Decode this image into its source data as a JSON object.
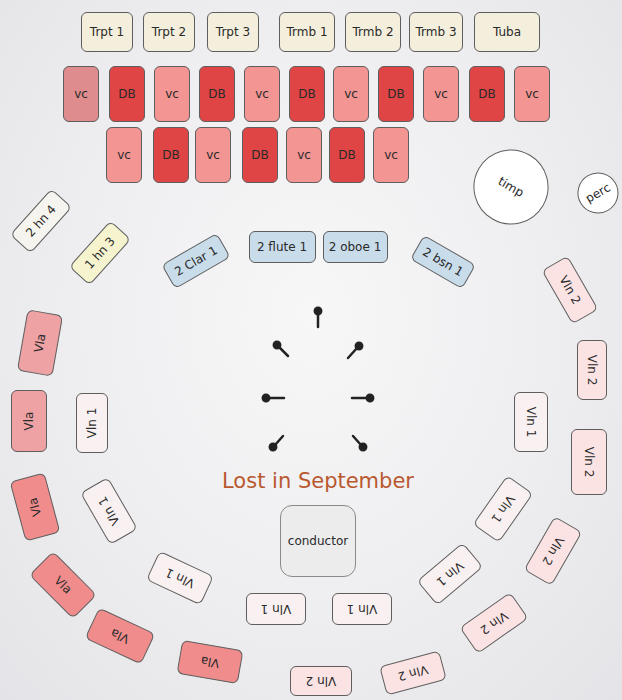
{
  "diagram": {
    "title": "Lost in September",
    "nodes": [
      {
        "text": [
          "Trpt 1"
        ]
      },
      {
        "text": [
          "Trpt 2"
        ]
      },
      {
        "text": [
          "Trpt 3"
        ]
      },
      {
        "text": [
          "Trmb 1"
        ]
      },
      {
        "text": [
          "Trmb 2"
        ]
      },
      {
        "text": [
          "Trmb 3"
        ]
      },
      {
        "text": [
          "Tuba"
        ]
      },
      {
        "text": [
          "vc"
        ]
      },
      {
        "text": [
          "DB"
        ]
      },
      {
        "text": [
          "vc"
        ]
      },
      {
        "text": [
          "DB"
        ]
      },
      {
        "text": [
          "vc"
        ]
      },
      {
        "text": [
          "DB"
        ]
      },
      {
        "text": [
          "vc"
        ]
      },
      {
        "text": [
          "DB"
        ]
      },
      {
        "text": [
          "vc"
        ]
      },
      {
        "text": [
          "DB"
        ]
      },
      {
        "text": [
          "vc"
        ]
      },
      {
        "text": [
          "vc"
        ]
      },
      {
        "text": [
          "DB"
        ]
      },
      {
        "text": [
          "vc"
        ]
      },
      {
        "text": [
          "DB"
        ]
      },
      {
        "text": [
          "vc"
        ]
      },
      {
        "text": [
          "DB"
        ]
      },
      {
        "text": [
          "vc"
        ]
      },
      {
        "text": [
          "timp"
        ]
      },
      {
        "text": [
          "perc"
        ]
      },
      {
        "text": [
          "2 hn 4"
        ]
      },
      {
        "text": [
          "1 hn 3"
        ]
      },
      {
        "text": [
          "2 Clar 1"
        ]
      },
      {
        "text": [
          "2 flute 1"
        ]
      },
      {
        "text": [
          "2 oboe 1"
        ]
      },
      {
        "text": [
          "2 bsn 1"
        ]
      },
      {
        "text": [
          "Vln 2"
        ]
      },
      {
        "text": [
          "Vla"
        ]
      },
      {
        "text": [
          "Vln 2"
        ]
      },
      {
        "text": [
          "Vla"
        ]
      },
      {
        "text": [
          "Vln 1"
        ]
      },
      {
        "text": [
          "Vln 1"
        ]
      },
      {
        "text": [
          "Vln 2"
        ]
      },
      {
        "text": [
          "Vla"
        ]
      },
      {
        "text": [
          "Vln 1"
        ]
      },
      {
        "text": [
          "Vln 1"
        ]
      },
      {
        "text": [
          "conductor"
        ]
      },
      {
        "text": [
          "Vln 2"
        ]
      },
      {
        "text": [
          "Vln 1"
        ]
      },
      {
        "text": [
          "Vln 1"
        ]
      },
      {
        "text": [
          "Vla"
        ]
      },
      {
        "text": [
          "Vln 1"
        ]
      },
      {
        "text": [
          "Vln 1"
        ]
      },
      {
        "text": [
          "Vln 2"
        ]
      },
      {
        "text": [
          "Vla"
        ]
      },
      {
        "text": [
          "Vla"
        ]
      },
      {
        "text": [
          "Vln 2"
        ]
      },
      {
        "text": [
          "Vln 2"
        ]
      }
    ]
  }
}
